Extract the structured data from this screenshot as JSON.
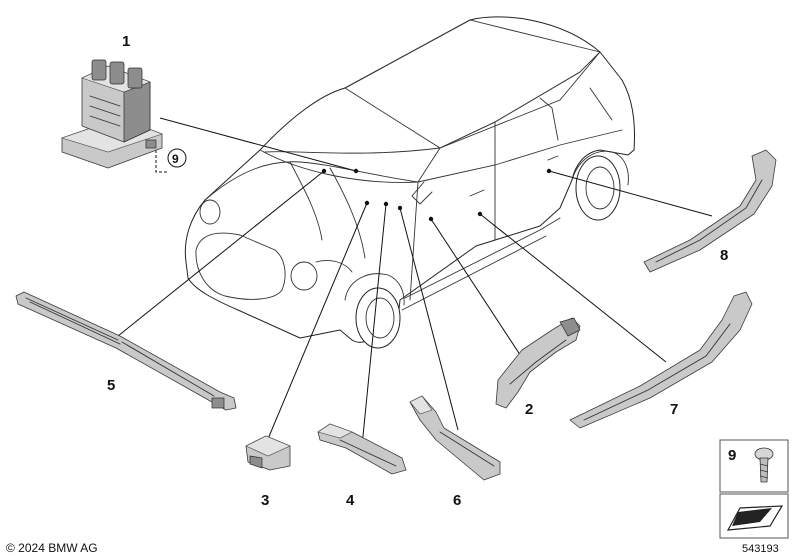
{
  "callouts": {
    "c1": "1",
    "c2": "2",
    "c3": "3",
    "c4": "4",
    "c5": "5",
    "c6": "6",
    "c7": "7",
    "c8": "8",
    "c9_circle": "9",
    "legend_number": "9"
  },
  "footer": {
    "copyright": "© 2024 BMW AG",
    "doc_number": "543193"
  }
}
